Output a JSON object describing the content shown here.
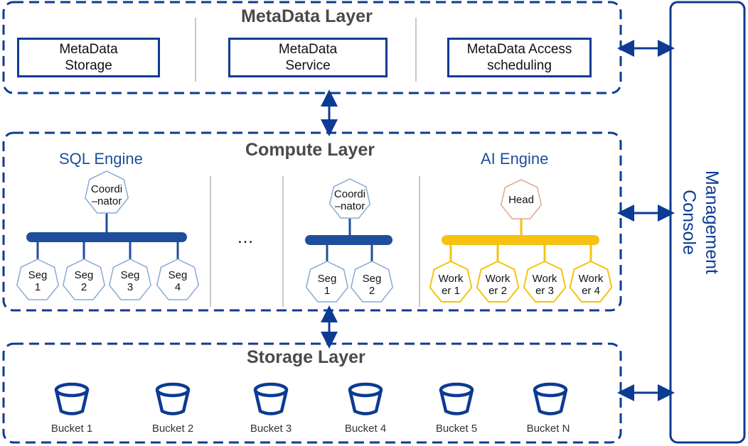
{
  "metadata_layer": {
    "title": "MetaData Layer",
    "boxes": [
      "MetaData\nStorage",
      "MetaData\nService",
      "MetaData Access\nscheduling"
    ]
  },
  "compute_layer": {
    "title": "Compute Layer",
    "sql_engine": {
      "title": "SQL Engine",
      "coordinator": "Coordi\n–nator",
      "segments": [
        "Seg\n1",
        "Seg\n2",
        "Seg\n3",
        "Seg\n4"
      ]
    },
    "ellipsis": "…",
    "engine2": {
      "coordinator": "Coordi\n–nator",
      "segments": [
        "Seg\n1",
        "Seg\n2"
      ]
    },
    "ai_engine": {
      "title": "AI Engine",
      "head": "Head",
      "workers": [
        "Work\ner 1",
        "Work\ner 2",
        "Work\ner 3",
        "Work\ner 4"
      ]
    }
  },
  "storage_layer": {
    "title": "Storage Layer",
    "buckets": [
      "Bucket 1",
      "Bucket 2",
      "Bucket 3",
      "Bucket 4",
      "Bucket 5",
      "Bucket N"
    ]
  },
  "management_console": {
    "label": "Management\nConsole"
  },
  "colors": {
    "border_blue": "#0c3b93",
    "engine_blue": "#1f4e9c",
    "node_blue": "#8aa9d6",
    "head_orange": "#e3a68c",
    "worker_yellow": "#f5c211",
    "divider_gray": "#c8c8c8"
  }
}
